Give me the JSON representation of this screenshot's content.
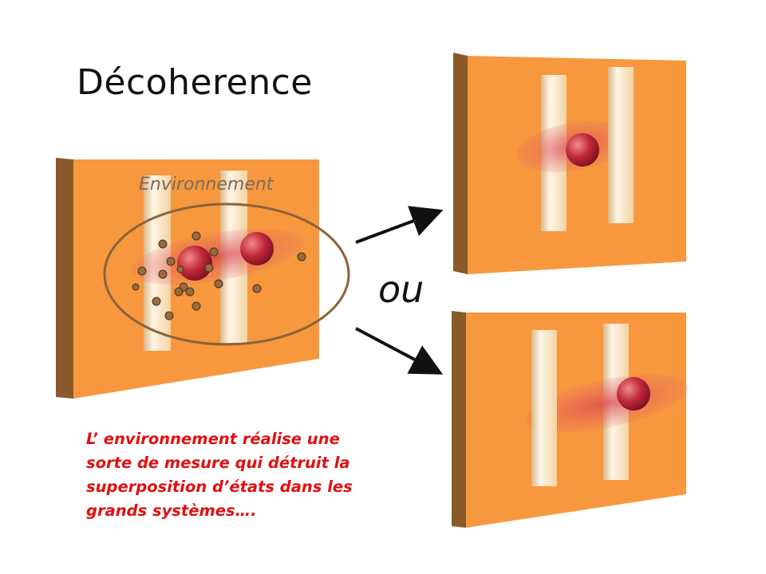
{
  "slide": {
    "title": "Décoherence",
    "environment_label": "Environnement",
    "or_word": "ou",
    "caption_lines": [
      "L’ environnement réalise une",
      "sorte de mesure qui détruit la",
      "superposition d’états dans les",
      "grands systèmes…."
    ]
  },
  "colors": {
    "panel": "#f7983e",
    "panel_edge": "#8a5a2a",
    "slit": "#fde6c4",
    "ball": "#c0283a",
    "particle": "#9a6a40",
    "environment_ellipse": "#8c6238",
    "caption": "#e01010"
  }
}
